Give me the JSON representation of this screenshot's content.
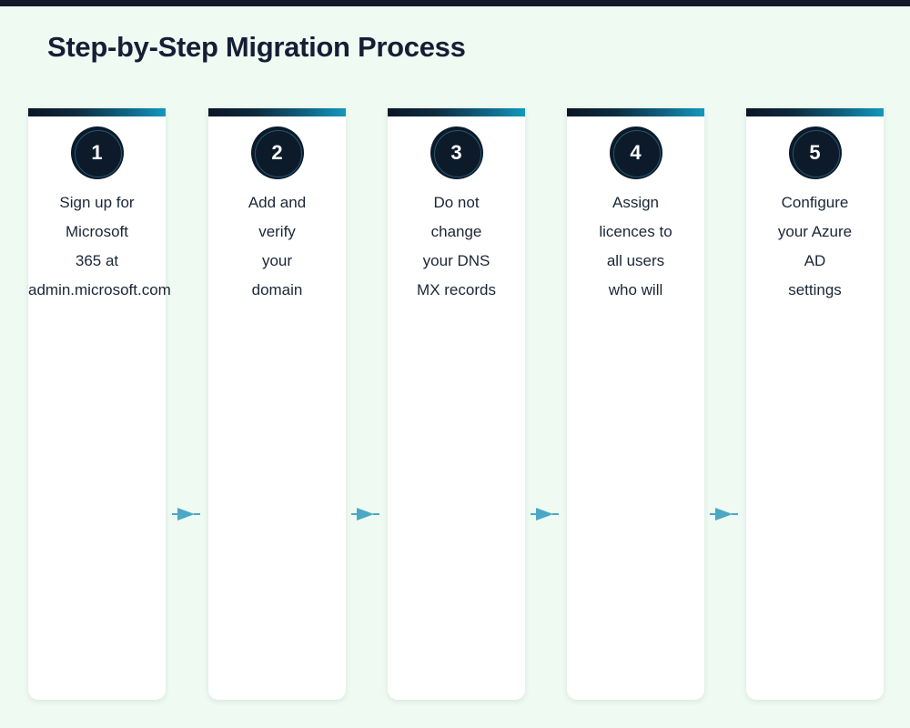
{
  "page": {
    "title": "Step-by-Step Migration Process",
    "background_color": "#eefaf2",
    "top_strip_color": "#101a2b",
    "title_color": "#141f35",
    "card_background": "#ffffff",
    "accent_gradient_from": "#0a1626",
    "accent_gradient_to": "#1497bd",
    "badge_color": "#0c1a2a",
    "arrow_color": "#4ba8c4",
    "text_color": "#1b2637"
  },
  "steps": [
    {
      "number": "1",
      "lines": [
        "Sign up for",
        "Microsoft",
        "365 at",
        "admin.microsoft.com"
      ]
    },
    {
      "number": "2",
      "lines": [
        "Add and",
        "verify",
        "your",
        "domain"
      ]
    },
    {
      "number": "3",
      "lines": [
        "Do not",
        "change",
        "your DNS",
        "MX records"
      ]
    },
    {
      "number": "4",
      "lines": [
        "Assign",
        "licences to",
        "all users",
        "who will"
      ]
    },
    {
      "number": "5",
      "lines": [
        "Configure",
        "your Azure",
        "AD",
        "settings"
      ]
    }
  ],
  "connectors": [
    {
      "icon": "arrow-right-icon"
    },
    {
      "icon": "arrow-right-icon"
    },
    {
      "icon": "arrow-right-icon"
    },
    {
      "icon": "arrow-right-icon"
    }
  ]
}
